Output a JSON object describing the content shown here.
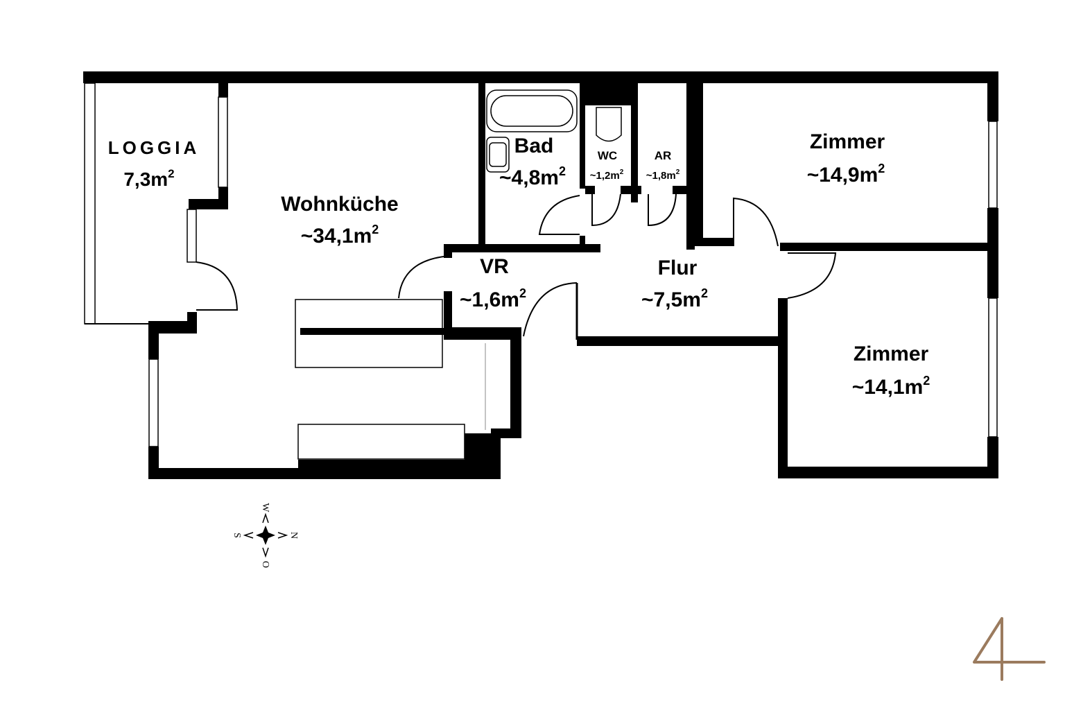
{
  "floor_plan": {
    "rooms": [
      {
        "id": "loggia",
        "name": "LOGGIA",
        "area": "7,3m",
        "sup": "2"
      },
      {
        "id": "wohnkueche",
        "name": "Wohnküche",
        "area": "~34,1m",
        "sup": "2"
      },
      {
        "id": "bad",
        "name": "Bad",
        "area": "~4,8m",
        "sup": "2"
      },
      {
        "id": "wc",
        "name": "WC",
        "area": "~1,2m",
        "sup": "2"
      },
      {
        "id": "ar",
        "name": "AR",
        "area": "~1,8m",
        "sup": "2"
      },
      {
        "id": "zimmer1",
        "name": "Zimmer",
        "area": "~14,9m",
        "sup": "2"
      },
      {
        "id": "vr",
        "name": "VR",
        "area": "~1,6m",
        "sup": "2"
      },
      {
        "id": "flur",
        "name": "Flur",
        "area": "~7,5m",
        "sup": "2"
      },
      {
        "id": "zimmer2",
        "name": "Zimmer",
        "area": "~14,1m",
        "sup": "2"
      }
    ],
    "compass": {
      "north": "N",
      "south": "S",
      "west": "W",
      "east": "O"
    },
    "logo": {
      "glyph": "4",
      "color": "#9b7b5e"
    }
  }
}
